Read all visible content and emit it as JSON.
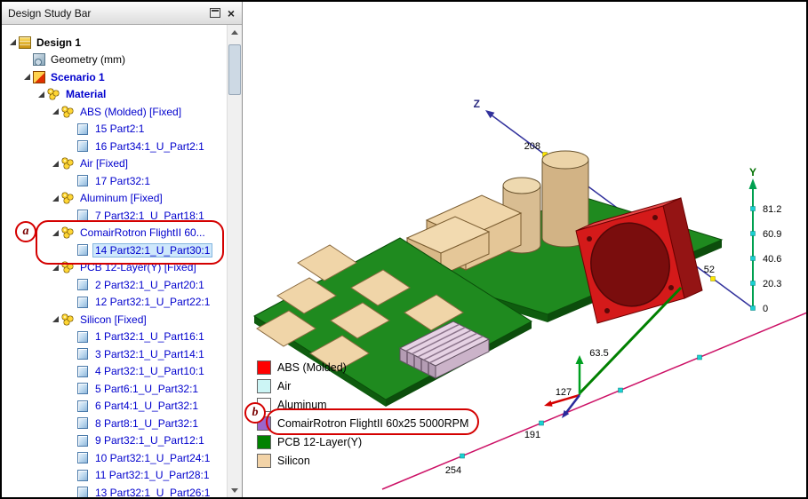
{
  "titlebar": {
    "title": "Design Study Bar",
    "close_glyph": "×"
  },
  "tree": {
    "items": [
      {
        "label": "Design 1",
        "level": 0,
        "icon": "design",
        "expandable": true,
        "bold": true,
        "color": "#000000"
      },
      {
        "label": "Geometry (mm)",
        "level": 1,
        "icon": "geometry",
        "expandable": false,
        "color": "#000000"
      },
      {
        "label": "Scenario 1",
        "level": 1,
        "icon": "scenario",
        "expandable": true,
        "bold": true
      },
      {
        "label": "Material",
        "level": 2,
        "icon": "material",
        "expandable": true,
        "bold": true
      },
      {
        "label": "ABS (Molded) [Fixed]",
        "level": 3,
        "icon": "matgroup",
        "expandable": true
      },
      {
        "label": "15 Part2:1",
        "level": 4,
        "icon": "part"
      },
      {
        "label": "16 Part34:1_U_Part2:1",
        "level": 4,
        "icon": "part"
      },
      {
        "label": "Air [Fixed]",
        "level": 3,
        "icon": "matgroup",
        "expandable": true
      },
      {
        "label": "17 Part32:1",
        "level": 4,
        "icon": "part"
      },
      {
        "label": "Aluminum [Fixed]",
        "level": 3,
        "icon": "matgroup",
        "expandable": true
      },
      {
        "label": "7 Part32:1_U_Part18:1",
        "level": 4,
        "icon": "part"
      },
      {
        "label": "ComairRotron FlightII 60...",
        "level": 3,
        "icon": "matgroup",
        "expandable": true
      },
      {
        "label": "14 Part32:1_U_Part30:1",
        "level": 4,
        "icon": "part",
        "selected": true
      },
      {
        "label": "PCB 12-Layer(Y) [Fixed]",
        "level": 3,
        "icon": "matgroup",
        "expandable": true
      },
      {
        "label": "2 Part32:1_U_Part20:1",
        "level": 4,
        "icon": "part"
      },
      {
        "label": "12 Part32:1_U_Part22:1",
        "level": 4,
        "icon": "part"
      },
      {
        "label": "Silicon [Fixed]",
        "level": 3,
        "icon": "matgroup",
        "expandable": true
      },
      {
        "label": "1 Part32:1_U_Part16:1",
        "level": 4,
        "icon": "part"
      },
      {
        "label": "3 Part32:1_U_Part14:1",
        "level": 4,
        "icon": "part"
      },
      {
        "label": "4 Part32:1_U_Part10:1",
        "level": 4,
        "icon": "part"
      },
      {
        "label": "5 Part6:1_U_Part32:1",
        "level": 4,
        "icon": "part"
      },
      {
        "label": "6 Part4:1_U_Part32:1",
        "level": 4,
        "icon": "part"
      },
      {
        "label": "8 Part8:1_U_Part32:1",
        "level": 4,
        "icon": "part"
      },
      {
        "label": "9 Part32:1_U_Part12:1",
        "level": 4,
        "icon": "part"
      },
      {
        "label": "10 Part32:1_U_Part24:1",
        "level": 4,
        "icon": "part"
      },
      {
        "label": "11 Part32:1_U_Part28:1",
        "level": 4,
        "icon": "part"
      },
      {
        "label": "13 Part32:1_U_Part26:1",
        "level": 4,
        "icon": "part"
      }
    ]
  },
  "legend": {
    "items": [
      {
        "label": "ABS (Molded)",
        "color": "#ff0000"
      },
      {
        "label": "Air",
        "color": "#ccf5f5"
      },
      {
        "label": "Aluminum",
        "color": "#fdfdfd"
      },
      {
        "label": "ComairRotron FlightII 60x25 5000RPM",
        "color": "#9a66cc"
      },
      {
        "label": "PCB 12-Layer(Y)",
        "color": "#008200"
      },
      {
        "label": "Silicon",
        "color": "#f2d3a7"
      }
    ]
  },
  "annotations": {
    "a": "a",
    "b": "b"
  },
  "viewport": {
    "axis_z": {
      "label": "Z",
      "tick_labels": [
        "208",
        "52"
      ]
    },
    "axis_y": {
      "label": "Y",
      "tick_labels": [
        "81.2",
        "60.9",
        "40.6",
        "20.3",
        "0"
      ]
    },
    "axis_x": {
      "tick_labels": [
        "63.5",
        "127",
        "191",
        "254"
      ]
    }
  }
}
